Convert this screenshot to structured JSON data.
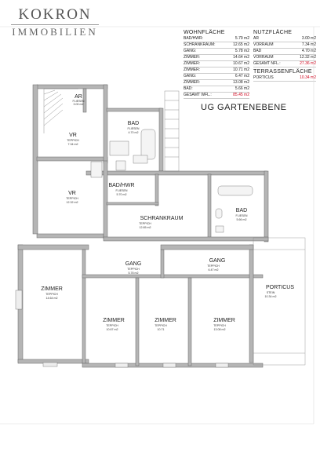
{
  "logo": {
    "top": "KOKRON",
    "bottom": "IMMOBILIEN"
  },
  "plan_title": "UG GARTENEBENE",
  "wohnflaeche": {
    "header": "WOHNFLÄCHE",
    "rows": [
      {
        "name": "BAD/HWR:",
        "value": "5.79 m2"
      },
      {
        "name": "SCHRANKRAUM:",
        "value": "12.65 m2"
      },
      {
        "name": "GANG:",
        "value": "5.78 m2"
      },
      {
        "name": "ZIMMER:",
        "value": "14.64 m2"
      },
      {
        "name": "ZIMMER:",
        "value": "10.67 m2"
      },
      {
        "name": "ZIMMER:",
        "value": "10.71 m2"
      },
      {
        "name": "GANG:",
        "value": "6.47 m2"
      },
      {
        "name": "ZIMMER:",
        "value": "13.08 m2"
      },
      {
        "name": "BAD:",
        "value": "5.66 m2"
      }
    ],
    "total": {
      "name": "GESAMT WFL.:",
      "value": "85.45 m2"
    }
  },
  "nutzflaeche": {
    "header": "NUTZFLÄCHE",
    "rows": [
      {
        "name": "AR",
        "value": "3.00 m2"
      },
      {
        "name": "VORRAUM",
        "value": "7.34 m2"
      },
      {
        "name": "BAD",
        "value": "4.70 m2"
      },
      {
        "name": "VORRAUM",
        "value": "12.32 m2"
      }
    ],
    "total": {
      "name": "GESAMT NFL.:",
      "value": "27.36 m2"
    }
  },
  "terrassen": {
    "header": "TERRASSENFLÄCHE",
    "rows": [
      {
        "name": "PORTICUS",
        "value": "10.34 m2"
      }
    ]
  },
  "rooms": {
    "ar": {
      "name": "AR",
      "floor": "FLIESEN",
      "area": "3.00 m2"
    },
    "vr1": {
      "name": "VR",
      "floor": "TEPPICH",
      "area": "7.34 m2"
    },
    "bad1": {
      "name": "BAD",
      "floor": "FLIESEN",
      "area": "4.70 m2"
    },
    "vr2": {
      "name": "VR",
      "floor": "TEPPICH",
      "area": "12.32 m2"
    },
    "badhwr": {
      "name": "BAD/HWR",
      "floor": "FLIESEN",
      "area": "5.70 m2"
    },
    "schrank": {
      "name": "SCHRANKRAUM",
      "floor": "TEPPICH",
      "area": "12.65 m2"
    },
    "bad2": {
      "name": "BAD",
      "floor": "FLIESEN",
      "area": "5.66 m2"
    },
    "gang1": {
      "name": "GANG",
      "floor": "TEPPICH",
      "area": "5.78 m2"
    },
    "gang2": {
      "name": "GANG",
      "floor": "TEPPICH",
      "area": "6.47 m2"
    },
    "zimmer1": {
      "name": "ZIMMER",
      "floor": "TEPPICH",
      "area": "14.64 m2"
    },
    "zimmer2": {
      "name": "ZIMMER",
      "floor": "TEPPICH",
      "area": "10.67 m2"
    },
    "zimmer3": {
      "name": "ZIMMER",
      "floor": "TEPPICH",
      "area": "10.71"
    },
    "zimmer4": {
      "name": "ZIMMER",
      "floor": "TEPPICH",
      "area": "13.08 m2"
    },
    "porticus": {
      "name": "PORTICUS",
      "floor": "STEIN",
      "area": "10.34 m2"
    }
  },
  "colors": {
    "wall": "#b5b5b5",
    "line": "#555555",
    "accent_red": "#d0001a"
  }
}
